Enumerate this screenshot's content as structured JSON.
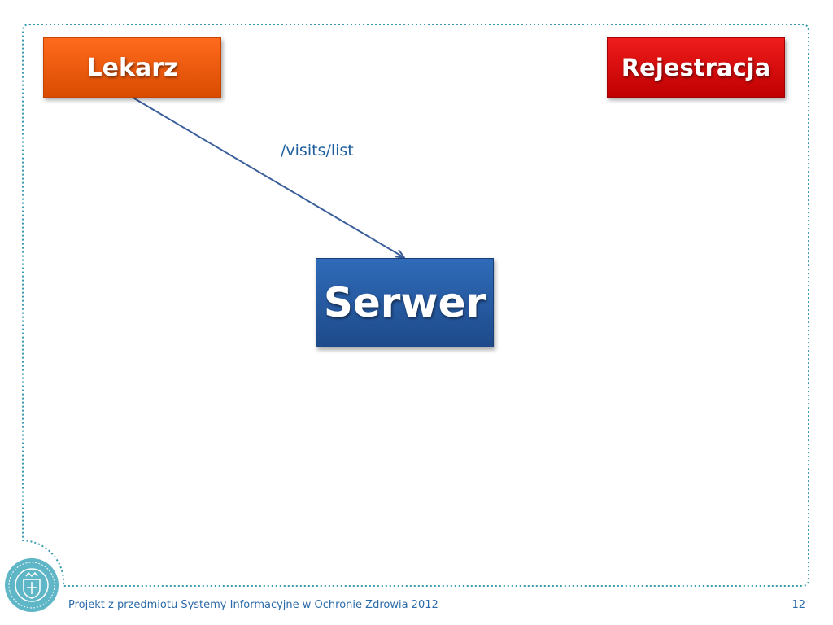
{
  "slide": {
    "nodes": {
      "lekarz": "Lekarz",
      "rejestracja": "Rejestracja",
      "serwer": "Serwer"
    },
    "edges": [
      {
        "from": "lekarz",
        "to": "serwer",
        "label": "/visits/list"
      }
    ]
  },
  "footer": {
    "text": "Projekt z przedmiotu Systemy Informacyjne w Ochronie Zdrowia 2012",
    "page_number": "12"
  },
  "colors": {
    "frame": "#3a9cb0",
    "arrow": "#3b5f9a",
    "footer_text": "#2b6aa8",
    "lekarz_fill": "#e85a10",
    "rejestracja_fill": "#d10d0d",
    "serwer_fill": "#2557a0"
  },
  "icons": {
    "seal": "university-seal-icon"
  }
}
